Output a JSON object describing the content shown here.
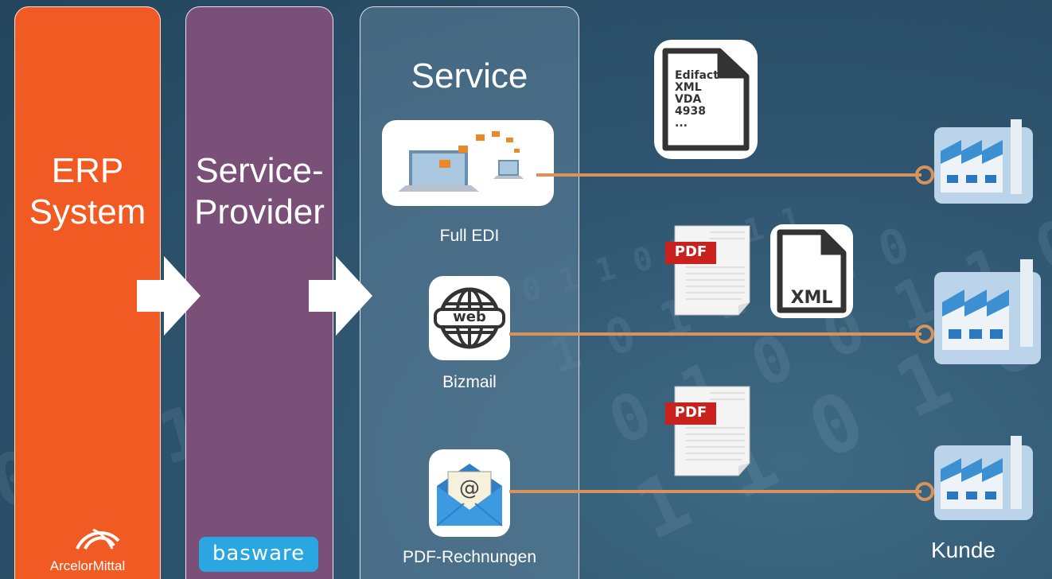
{
  "columns": {
    "erp": {
      "line1": "ERP",
      "line2": "System",
      "logo_text": "ArcelorMittal"
    },
    "provider": {
      "line1": "Service-",
      "line2": "Provider",
      "logo_text": "basware"
    },
    "service": {
      "title": "Service",
      "items": [
        {
          "label": "Full EDI"
        },
        {
          "label": "Bizmail",
          "icon_text": "web"
        },
        {
          "label": "PDF-Rechnungen",
          "icon_text": "@"
        }
      ]
    }
  },
  "documents": {
    "edi_doc": {
      "lines": [
        "Edifact",
        "XML",
        "VDA",
        "4938",
        "..."
      ]
    },
    "pdf_badge": "PDF",
    "xml_badge": "XML"
  },
  "customer": {
    "label": "Kunde"
  },
  "colors": {
    "erp": "#f15a22",
    "provider": "#7a5078",
    "connector": "#d9935a",
    "basware": "#2aa6e0",
    "pdf_red": "#c9211e"
  }
}
